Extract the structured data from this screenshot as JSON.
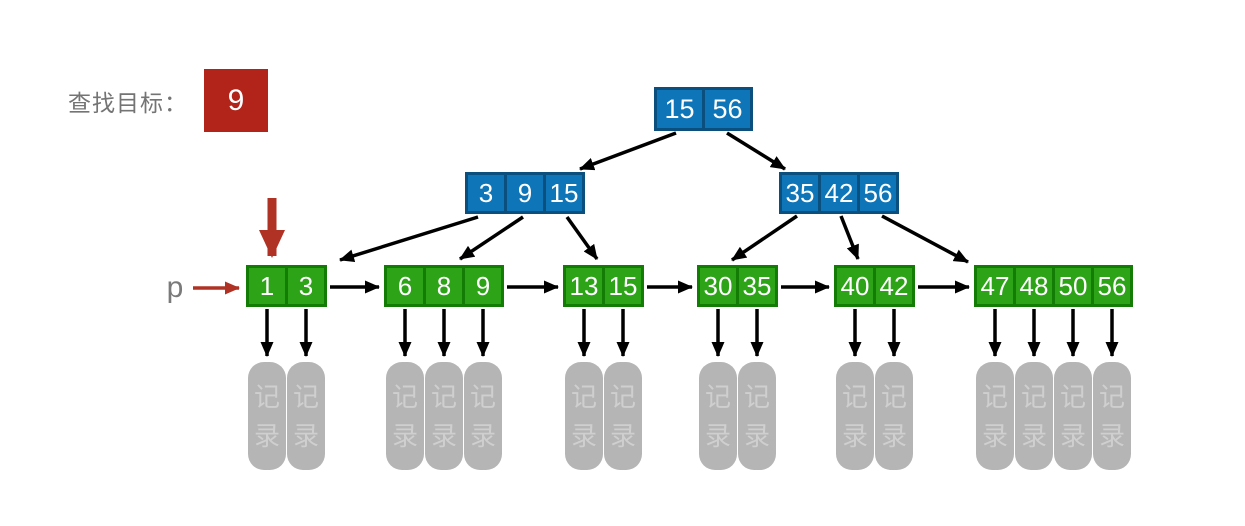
{
  "header": {
    "label": "查找目标：",
    "target_value": "9"
  },
  "pointer_label": "p",
  "record_text": {
    "char1": "记",
    "char2": "录",
    "word": "记录"
  },
  "tree": {
    "root": {
      "keys": [
        "15",
        "56"
      ]
    },
    "internal_left": {
      "keys": [
        "3",
        "9",
        "15"
      ]
    },
    "internal_right": {
      "keys": [
        "35",
        "42",
        "56"
      ]
    },
    "leaves": [
      {
        "keys": [
          "1",
          "3"
        ]
      },
      {
        "keys": [
          "6",
          "8",
          "9"
        ]
      },
      {
        "keys": [
          "13",
          "15"
        ]
      },
      {
        "keys": [
          "30",
          "35"
        ]
      },
      {
        "keys": [
          "40",
          "42"
        ]
      },
      {
        "keys": [
          "47",
          "48",
          "50",
          "56"
        ]
      }
    ]
  },
  "colors": {
    "internal_fill": "#0e76b8",
    "internal_border": "#0a4f7d",
    "leaf_fill": "#2da317",
    "leaf_border": "#127c05",
    "target_red": "#b2231a",
    "arrow_red": "#b03224",
    "arrow_black": "#000000",
    "record_fill": "#b5b5b5",
    "record_text": "#cfcfcf",
    "label_gray": "#747474"
  }
}
